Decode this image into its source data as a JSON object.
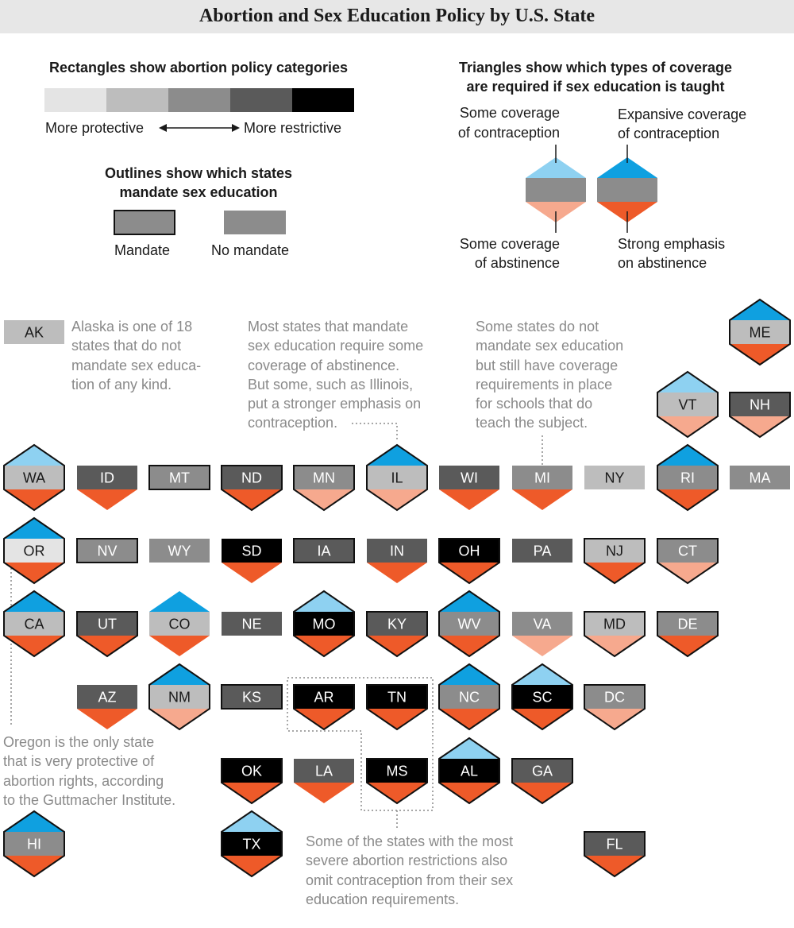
{
  "title": "Abortion and Sex Education Policy by U.S. State",
  "colors": {
    "policy": [
      "#e4e4e4",
      "#bdbdbd",
      "#8c8c8c",
      "#5a5a5a",
      "#000000"
    ],
    "some_contraception": "#8ed1f1",
    "expansive_contraception": "#0fa0e0",
    "some_abstinence": "#f6a98e",
    "strong_abstinence": "#ee5a29"
  },
  "legend": {
    "rect_heading": "Rectangles show abortion policy categories",
    "more_protective": "More protective",
    "more_restrictive": "More restrictive",
    "outline_heading_1": "Outlines show which states",
    "outline_heading_2": "mandate sex education",
    "mandate": "Mandate",
    "no_mandate": "No mandate",
    "tri_heading_1": "Triangles show which types of coverage",
    "tri_heading_2": "are required if sex education is taught",
    "some_contra_1": "Some coverage",
    "some_contra_2": "of contraception",
    "exp_contra_1": "Expansive coverage",
    "exp_contra_2": "of contraception",
    "some_abst_1": "Some coverage",
    "some_abst_2": "of abstinence",
    "strong_abst_1": "Strong emphasis",
    "strong_abst_2": "on abstinence"
  },
  "notes": {
    "alaska": [
      "Alaska is one of 18",
      "states that do not",
      "mandate sex educa-",
      "tion of any kind."
    ],
    "illinois": [
      "Most states that mandate",
      "sex education require some",
      "coverage of abstinence.",
      "But some, such as Illinois,",
      "put a stronger emphasis on",
      "contraception."
    ],
    "michigan": [
      "Some states do not",
      "mandate sex education",
      "but still have coverage",
      "requirements in place",
      "for schools that do",
      "teach the subject."
    ],
    "oregon": [
      "Oregon is the only state",
      "that is very protective of",
      "abortion rights, according",
      "to the Guttmacher Institute."
    ],
    "south": [
      "Some of the states with the most",
      "severe abortion restrictions also",
      "omit contraception from their sex",
      "education requirements."
    ]
  },
  "states": [
    {
      "abbr": "AK",
      "policy": 1,
      "mandate": false,
      "contraception": "none",
      "abstinence": "none"
    },
    {
      "abbr": "ME",
      "policy": 1,
      "mandate": true,
      "contraception": "expansive",
      "abstinence": "strong"
    },
    {
      "abbr": "VT",
      "policy": 1,
      "mandate": true,
      "contraception": "some",
      "abstinence": "some"
    },
    {
      "abbr": "NH",
      "policy": 3,
      "mandate": true,
      "contraception": "none",
      "abstinence": "some"
    },
    {
      "abbr": "WA",
      "policy": 1,
      "mandate": true,
      "contraception": "some",
      "abstinence": "strong"
    },
    {
      "abbr": "ID",
      "policy": 3,
      "mandate": false,
      "contraception": "none",
      "abstinence": "strong"
    },
    {
      "abbr": "MT",
      "policy": 2,
      "mandate": true,
      "contraception": "none",
      "abstinence": "none"
    },
    {
      "abbr": "ND",
      "policy": 3,
      "mandate": true,
      "contraception": "none",
      "abstinence": "strong"
    },
    {
      "abbr": "MN",
      "policy": 2,
      "mandate": true,
      "contraception": "none",
      "abstinence": "some"
    },
    {
      "abbr": "IL",
      "policy": 1,
      "mandate": true,
      "contraception": "expansive",
      "abstinence": "some"
    },
    {
      "abbr": "WI",
      "policy": 3,
      "mandate": false,
      "contraception": "none",
      "abstinence": "strong"
    },
    {
      "abbr": "MI",
      "policy": 2,
      "mandate": false,
      "contraception": "none",
      "abstinence": "strong"
    },
    {
      "abbr": "NY",
      "policy": 1,
      "mandate": false,
      "contraception": "none",
      "abstinence": "none"
    },
    {
      "abbr": "RI",
      "policy": 2,
      "mandate": true,
      "contraception": "expansive",
      "abstinence": "strong"
    },
    {
      "abbr": "MA",
      "policy": 2,
      "mandate": false,
      "contraception": "none",
      "abstinence": "none"
    },
    {
      "abbr": "OR",
      "policy": 0,
      "mandate": true,
      "contraception": "expansive",
      "abstinence": "strong"
    },
    {
      "abbr": "NV",
      "policy": 2,
      "mandate": true,
      "contraception": "none",
      "abstinence": "none"
    },
    {
      "abbr": "WY",
      "policy": 2,
      "mandate": false,
      "contraception": "none",
      "abstinence": "none"
    },
    {
      "abbr": "SD",
      "policy": 4,
      "mandate": false,
      "contraception": "none",
      "abstinence": "strong"
    },
    {
      "abbr": "IA",
      "policy": 3,
      "mandate": true,
      "contraception": "none",
      "abstinence": "none"
    },
    {
      "abbr": "IN",
      "policy": 3,
      "mandate": false,
      "contraception": "none",
      "abstinence": "strong"
    },
    {
      "abbr": "OH",
      "policy": 4,
      "mandate": true,
      "contraception": "none",
      "abstinence": "strong"
    },
    {
      "abbr": "PA",
      "policy": 3,
      "mandate": false,
      "contraception": "none",
      "abstinence": "none"
    },
    {
      "abbr": "NJ",
      "policy": 1,
      "mandate": true,
      "contraception": "none",
      "abstinence": "strong"
    },
    {
      "abbr": "CT",
      "policy": 2,
      "mandate": true,
      "contraception": "none",
      "abstinence": "some"
    },
    {
      "abbr": "CA",
      "policy": 1,
      "mandate": true,
      "contraception": "expansive",
      "abstinence": "strong"
    },
    {
      "abbr": "UT",
      "policy": 3,
      "mandate": true,
      "contraception": "none",
      "abstinence": "strong"
    },
    {
      "abbr": "CO",
      "policy": 1,
      "mandate": false,
      "contraception": "expansive",
      "abstinence": "strong"
    },
    {
      "abbr": "NE",
      "policy": 3,
      "mandate": false,
      "contraception": "none",
      "abstinence": "none"
    },
    {
      "abbr": "MO",
      "policy": 4,
      "mandate": true,
      "contraception": "some",
      "abstinence": "strong"
    },
    {
      "abbr": "KY",
      "policy": 3,
      "mandate": true,
      "contraception": "none",
      "abstinence": "strong"
    },
    {
      "abbr": "WV",
      "policy": 2,
      "mandate": true,
      "contraception": "expansive",
      "abstinence": "strong"
    },
    {
      "abbr": "VA",
      "policy": 2,
      "mandate": false,
      "contraception": "none",
      "abstinence": "some"
    },
    {
      "abbr": "MD",
      "policy": 1,
      "mandate": true,
      "contraception": "none",
      "abstinence": "some"
    },
    {
      "abbr": "DE",
      "policy": 2,
      "mandate": true,
      "contraception": "none",
      "abstinence": "strong"
    },
    {
      "abbr": "AZ",
      "policy": 3,
      "mandate": false,
      "contraception": "none",
      "abstinence": "strong"
    },
    {
      "abbr": "NM",
      "policy": 1,
      "mandate": true,
      "contraception": "expansive",
      "abstinence": "some"
    },
    {
      "abbr": "KS",
      "policy": 3,
      "mandate": true,
      "contraception": "none",
      "abstinence": "none"
    },
    {
      "abbr": "AR",
      "policy": 4,
      "mandate": true,
      "contraception": "none",
      "abstinence": "strong"
    },
    {
      "abbr": "TN",
      "policy": 4,
      "mandate": true,
      "contraception": "none",
      "abstinence": "strong"
    },
    {
      "abbr": "NC",
      "policy": 2,
      "mandate": true,
      "contraception": "expansive",
      "abstinence": "strong"
    },
    {
      "abbr": "SC",
      "policy": 4,
      "mandate": true,
      "contraception": "some",
      "abstinence": "strong"
    },
    {
      "abbr": "DC",
      "policy": 2,
      "mandate": true,
      "contraception": "none",
      "abstinence": "some"
    },
    {
      "abbr": "OK",
      "policy": 4,
      "mandate": true,
      "contraception": "none",
      "abstinence": "strong"
    },
    {
      "abbr": "LA",
      "policy": 3,
      "mandate": false,
      "contraception": "none",
      "abstinence": "strong"
    },
    {
      "abbr": "MS",
      "policy": 4,
      "mandate": true,
      "contraception": "none",
      "abstinence": "strong"
    },
    {
      "abbr": "AL",
      "policy": 4,
      "mandate": true,
      "contraception": "some",
      "abstinence": "strong"
    },
    {
      "abbr": "GA",
      "policy": 3,
      "mandate": true,
      "contraception": "none",
      "abstinence": "strong"
    },
    {
      "abbr": "HI",
      "policy": 2,
      "mandate": true,
      "contraception": "expansive",
      "abstinence": "strong"
    },
    {
      "abbr": "TX",
      "policy": 4,
      "mandate": true,
      "contraception": "some",
      "abstinence": "strong"
    },
    {
      "abbr": "FL",
      "policy": 3,
      "mandate": true,
      "contraception": "none",
      "abstinence": "strong"
    }
  ]
}
